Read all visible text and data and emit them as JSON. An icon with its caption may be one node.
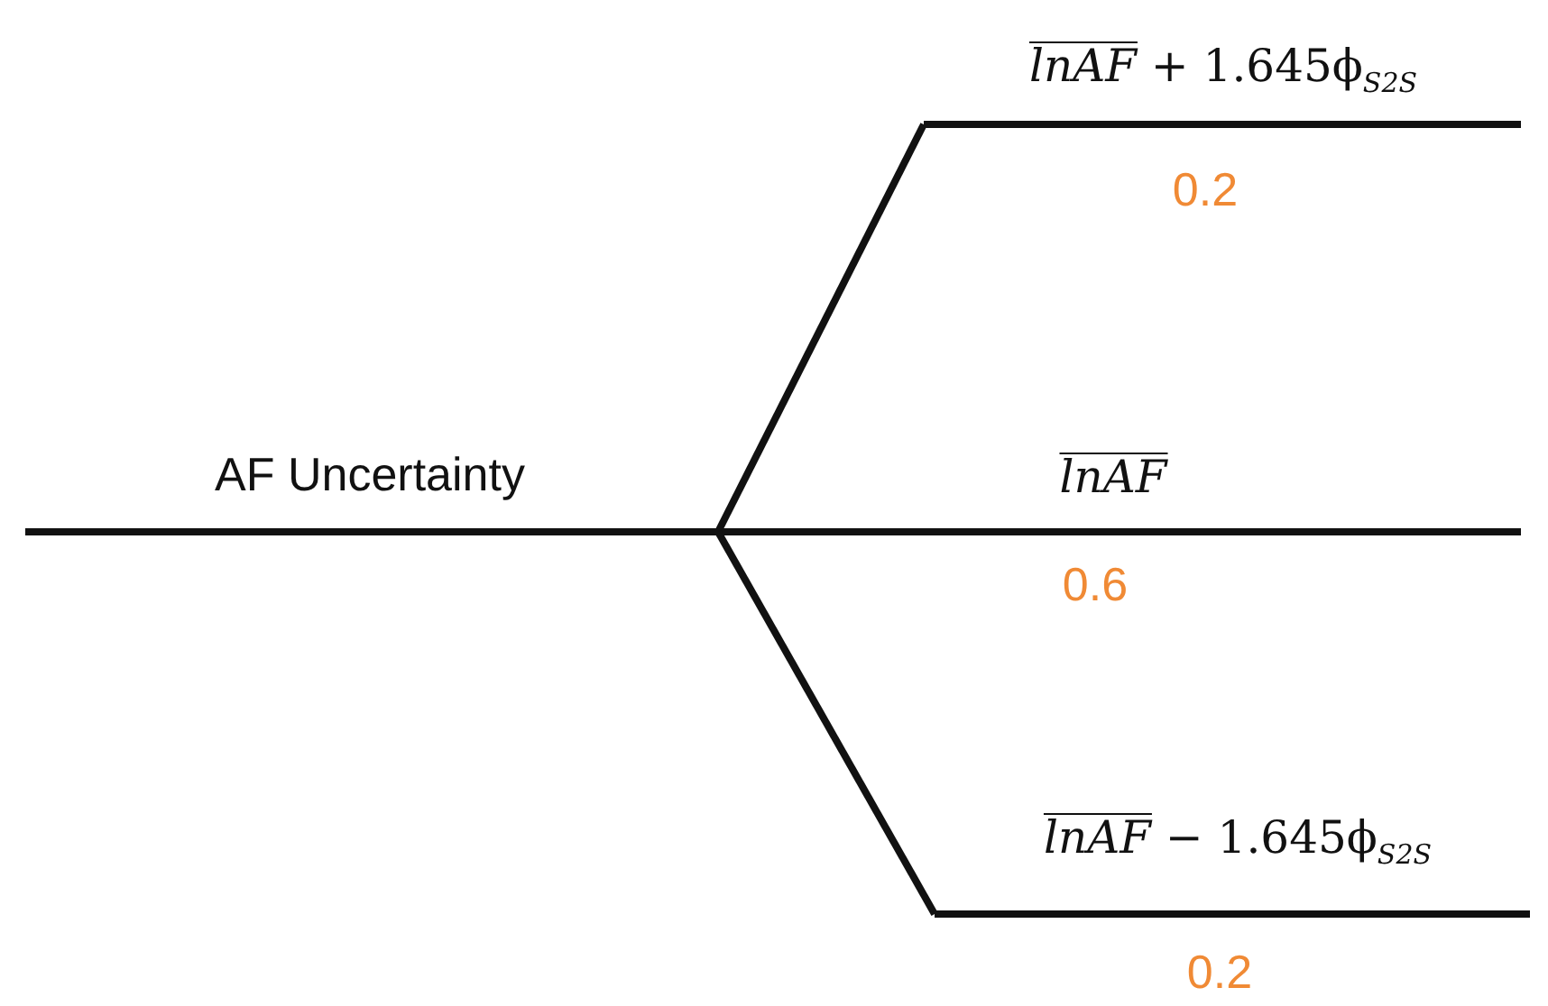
{
  "diagram": {
    "nodes": [
      {
        "text": [
          "AF Uncertainty"
        ]
      },
      {
        "text": [
          "*lnAF* + 1.645ϕ$_{S2S}$",
          "0.2"
        ]
      },
      {
        "text": [
          "*lnAF*",
          "0.6"
        ]
      },
      {
        "text": [
          "*lnAF* − 1.645ϕ$_{S2S}$",
          "0.2"
        ]
      }
    ],
    "edges": [
      {
        "from": 0,
        "to": 1,
        "arrow": "none"
      },
      {
        "from": 0,
        "to": 2,
        "arrow": "none"
      },
      {
        "from": 0,
        "to": 3,
        "arrow": "none"
      }
    ]
  }
}
